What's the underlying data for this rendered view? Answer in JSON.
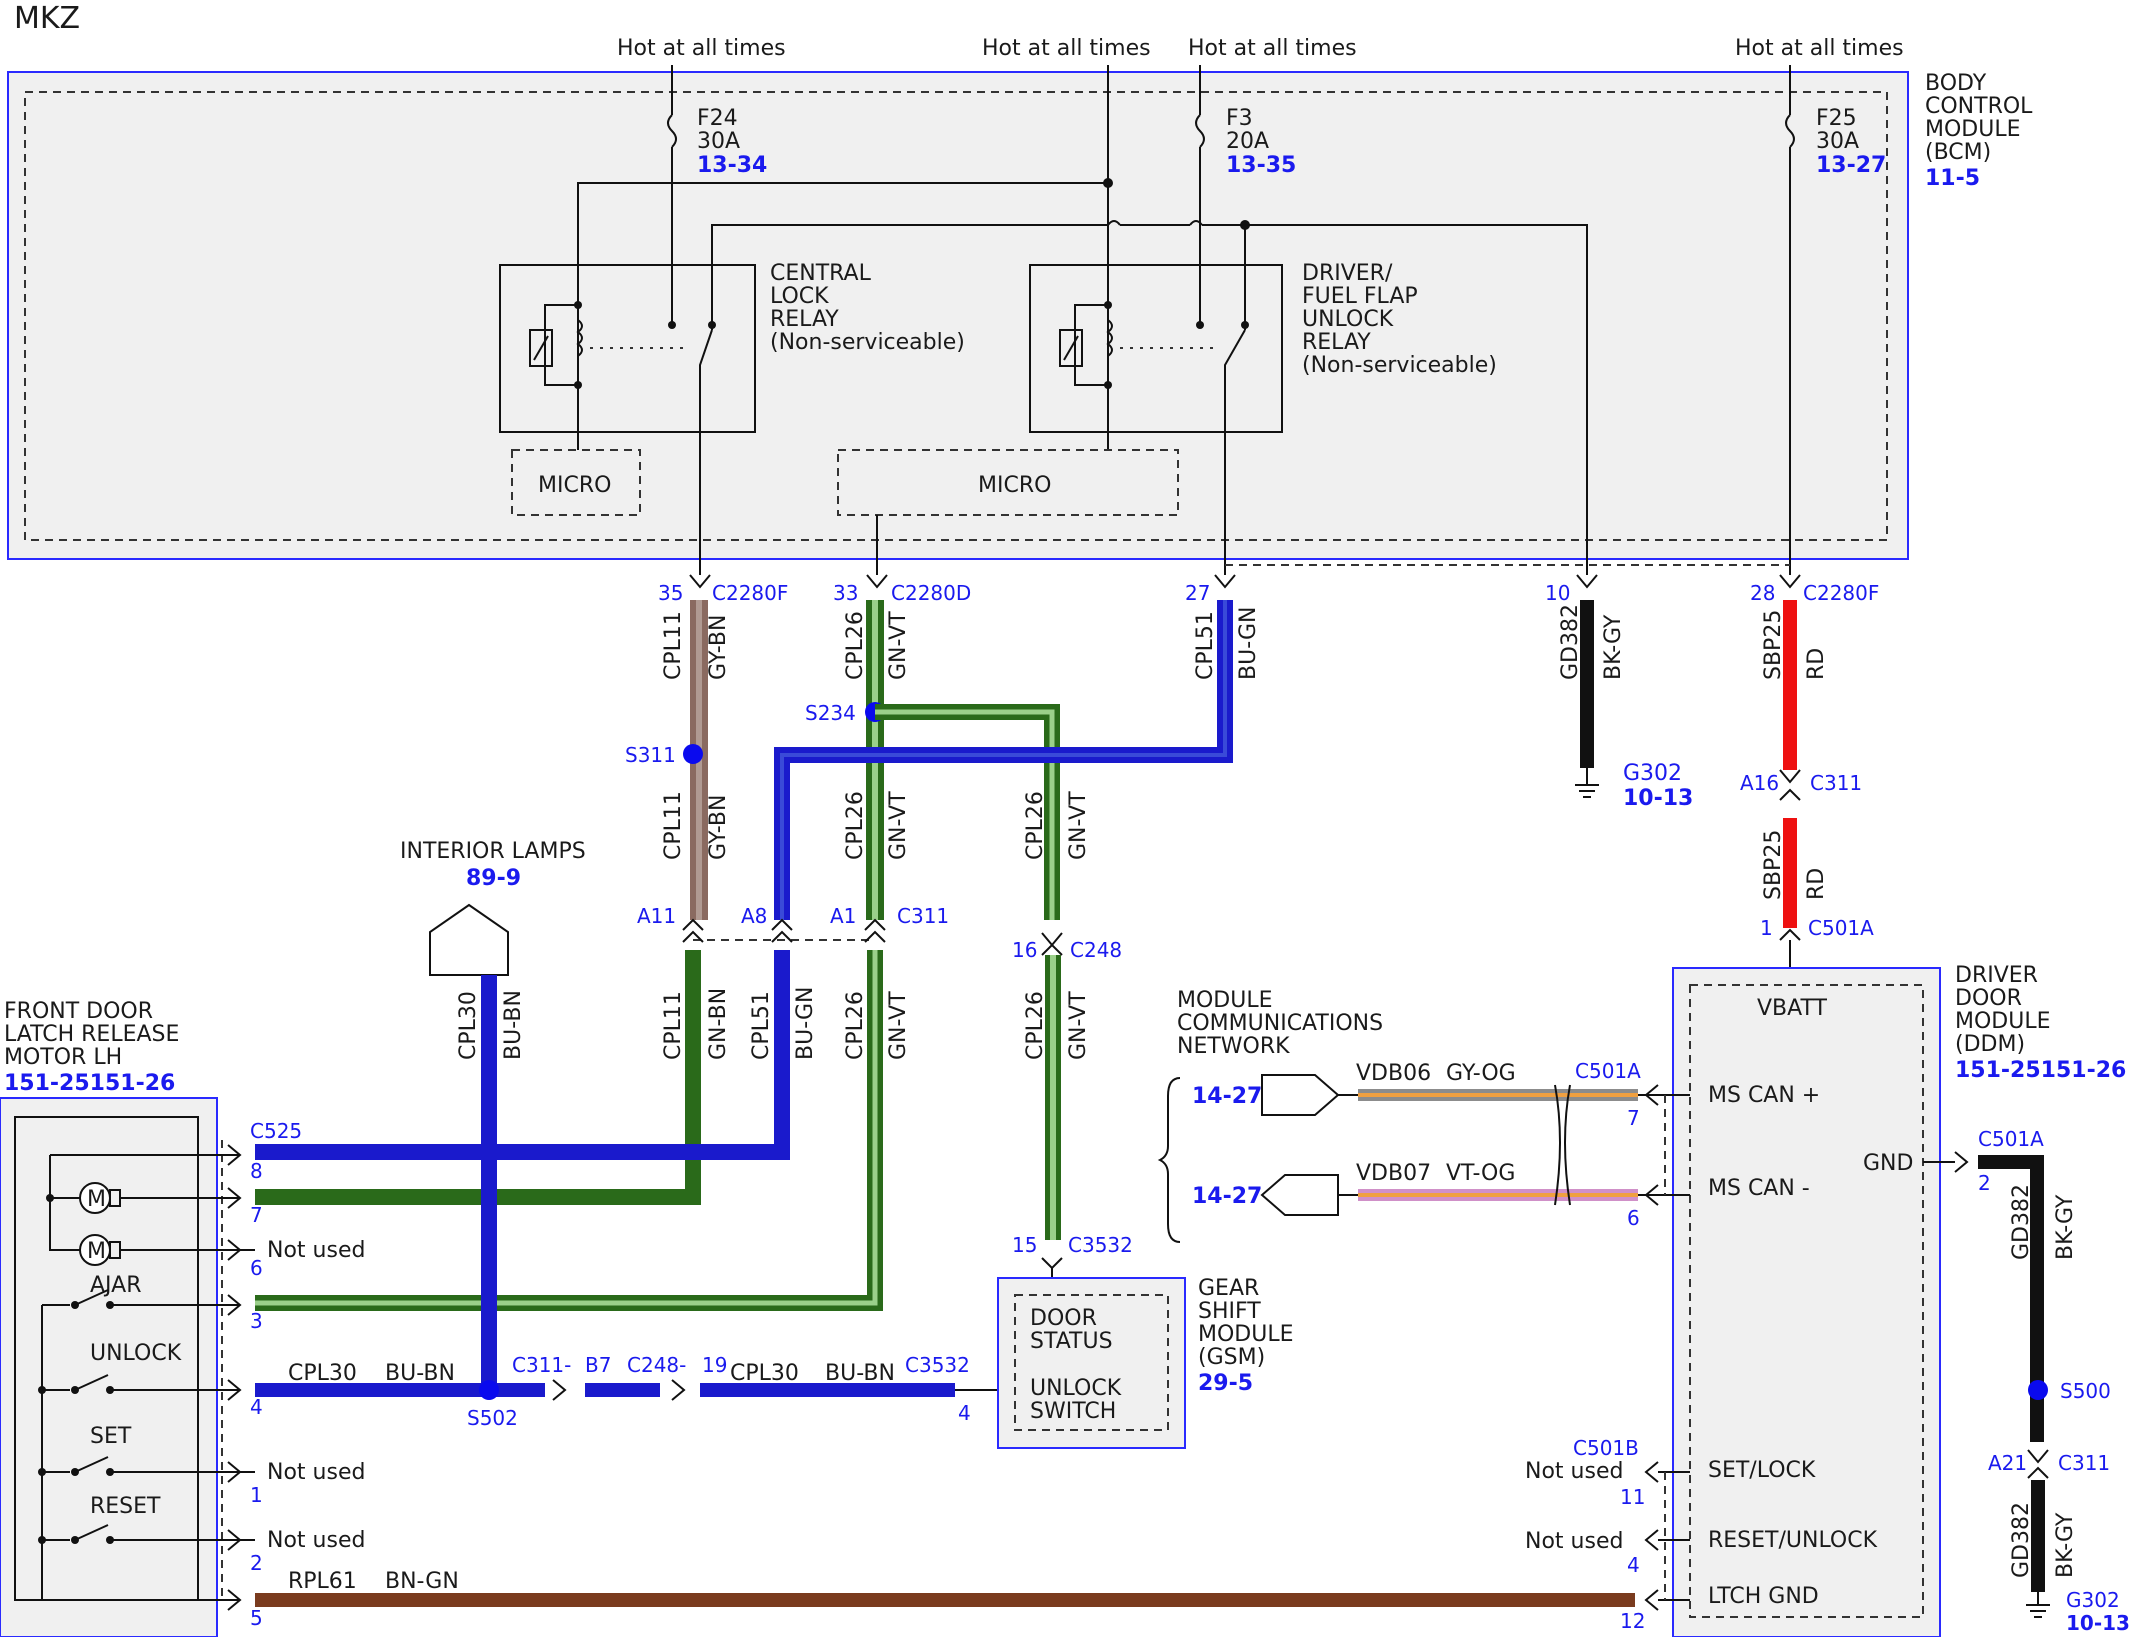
{
  "title": "MKZ",
  "hot_label": "Hot at all times",
  "bcm": {
    "name": "BODY CONTROL MODULE (BCM)",
    "name_lines": [
      "BODY",
      "CONTROL",
      "MODULE",
      "(BCM)"
    ],
    "ref": "11-5",
    "micro": "MICRO",
    "central_relay": [
      "CENTRAL",
      "LOCK",
      "RELAY",
      "(Non-serviceable)"
    ],
    "driver_relay": [
      "DRIVER/",
      "FUEL FLAP",
      "UNLOCK",
      "RELAY",
      "(Non-serviceable)"
    ]
  },
  "fuses": [
    {
      "name": "F24",
      "rating": "30A",
      "ref": "13-34"
    },
    {
      "name": "F3",
      "rating": "20A",
      "ref": "13-35"
    },
    {
      "name": "F25",
      "rating": "30A",
      "ref": "13-27"
    }
  ],
  "connectors": {
    "c2280f": "C2280F",
    "c2280d": "C2280D",
    "c311": "C311",
    "c248": "C248",
    "c3532": "C3532",
    "c501a": "C501A",
    "c501b": "C501B",
    "c525": "C525",
    "c311_b7": "C311-",
    "b7": "B7",
    "c248_dash": "C248-"
  },
  "pins": {
    "p35": "35",
    "p33": "33",
    "p27": "27",
    "p10": "10",
    "p28": "28",
    "a11": "A11",
    "a8": "A8",
    "a1": "A1",
    "a16": "A16",
    "p1": "1",
    "p16": "16",
    "p15": "15",
    "p19": "19",
    "p4": "4",
    "a21": "A21",
    "p7": "7",
    "p6": "6",
    "p2": "2",
    "p11": "11",
    "p12": "12"
  },
  "splices": {
    "s311": "S311",
    "s234": "S234",
    "s502": "S502",
    "s500": "S500"
  },
  "grounds": [
    {
      "name": "G302",
      "ref": "10-13"
    }
  ],
  "wires": {
    "cpl11": "CPL11",
    "gybn": "GY-BN",
    "gnbn": "GN-BN",
    "cpl26": "CPL26",
    "gnvt": "GN-VT",
    "cpl51": "CPL51",
    "bugn": "BU-GN",
    "gd382": "GD382",
    "bkgy": "BK-GY",
    "sbp25": "SBP25",
    "rd": "RD",
    "cpl30": "CPL30",
    "bubn": "BU-BN",
    "rpl61": "RPL61",
    "bngn": "BN-GN",
    "vdb06": "VDB06",
    "gyog": "GY-OG",
    "vdb07": "VDB07",
    "vtog": "VT-OG"
  },
  "interior_lamps": {
    "label": "INTERIOR LAMPS",
    "ref": "89-9"
  },
  "front_door": {
    "name_lines": [
      "FRONT DOOR",
      "LATCH RELEASE",
      "MOTOR LH"
    ],
    "ref": "151-25151-26",
    "motor": "M",
    "switches": [
      "AJAR",
      "UNLOCK",
      "SET",
      "RESET"
    ],
    "pins": [
      "8",
      "7",
      "6",
      "3",
      "4",
      "1",
      "2",
      "5"
    ],
    "not_used": "Not used"
  },
  "gsm": {
    "name_lines": [
      "GEAR",
      "SHIFT",
      "MODULE",
      "(GSM)"
    ],
    "ref": "29-5",
    "inner": [
      "DOOR",
      "STATUS",
      "UNLOCK",
      "SWITCH"
    ]
  },
  "mcn": {
    "name_lines": [
      "MODULE",
      "COMMUNICATIONS",
      "NETWORK"
    ],
    "ref": "14-27"
  },
  "ddm": {
    "name_lines": [
      "DRIVER",
      "DOOR",
      "MODULE",
      "(DDM)"
    ],
    "ref": "151-25151-26",
    "pins": [
      "VBATT",
      "MS CAN +",
      "MS CAN -",
      "GND",
      "SET/LOCK",
      "RESET/UNLOCK",
      "LTCH GND"
    ],
    "not_used": "Not used"
  },
  "colors": {
    "blue_wire": "#1a1acc",
    "green_wire": "#2a6a1a",
    "brown_wire": "#7a3b1e",
    "red_wire": "#ee1111",
    "black_wire": "#111111",
    "accent": "#1a1aee"
  }
}
